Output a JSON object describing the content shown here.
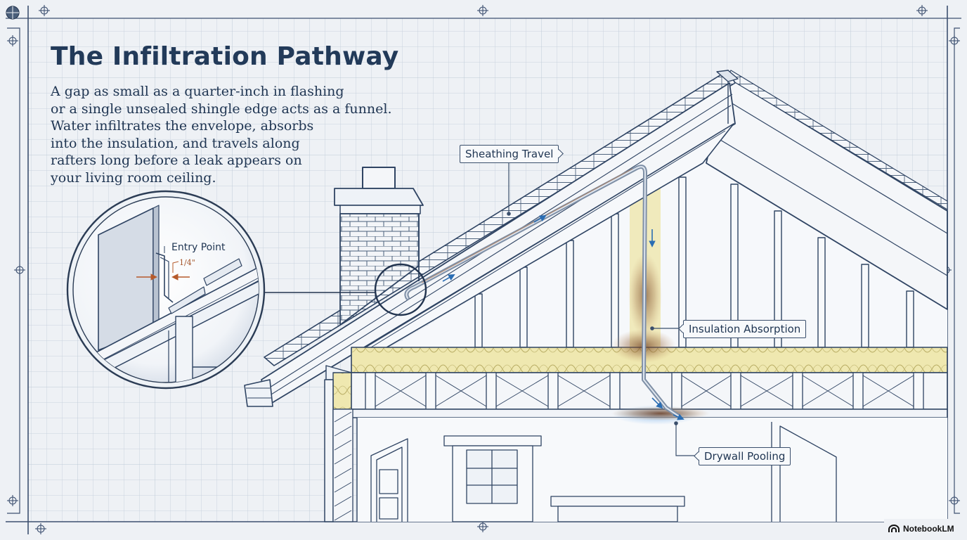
{
  "title": "The Infiltration Pathway",
  "description": [
    "A gap as small as a quarter-inch in flashing",
    "or a single unsealed shingle edge acts as a funnel.",
    "Water infiltrates the envelope, absorbs",
    "into the insulation, and travels along",
    "rafters long before a leak appears on",
    "your living room ceiling."
  ],
  "detail": {
    "entry_label": "Entry Point",
    "gap_dimension": "1/4\""
  },
  "callouts": {
    "sheathing": "Sheathing Travel",
    "insulation": "Insulation Absorption",
    "drywall": "Drywall Pooling"
  },
  "brand": {
    "name": "NotebookLM",
    "icon": "notebooklm-logo-icon"
  },
  "colors": {
    "background": "#eef1f5",
    "ink": "#223a59",
    "grid": "#c9d3df",
    "insulation": "#eee6a6",
    "water_stain": "#8a5a3a",
    "water_flow": "#2a6db3"
  }
}
